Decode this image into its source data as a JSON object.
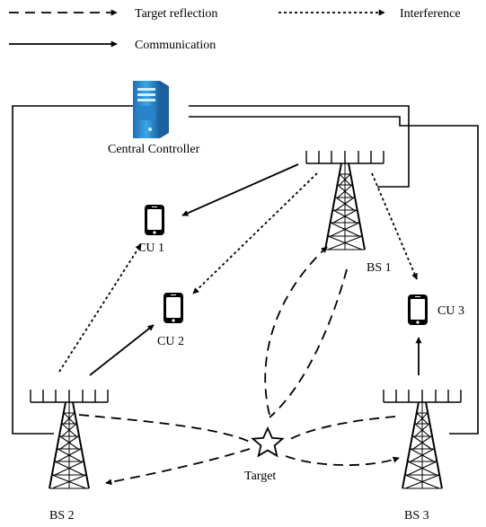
{
  "legend": {
    "target_reflection": "Target reflection",
    "interference": "Interference",
    "communication": "Communication"
  },
  "nodes": {
    "controller": "Central Controller",
    "bs1": "BS 1",
    "bs2": "BS 2",
    "bs3": "BS 3",
    "cu1": "CU 1",
    "cu2": "CU 2",
    "cu3": "CU 3",
    "target": "Target"
  },
  "icons": {
    "controller": "server-icon",
    "base_station": "cell-tower-icon",
    "user": "smartphone-icon",
    "target": "star-icon"
  },
  "colors": {
    "server_blue": "#2f8fd8",
    "server_light": "#8fd0f5",
    "line": "#000000"
  }
}
